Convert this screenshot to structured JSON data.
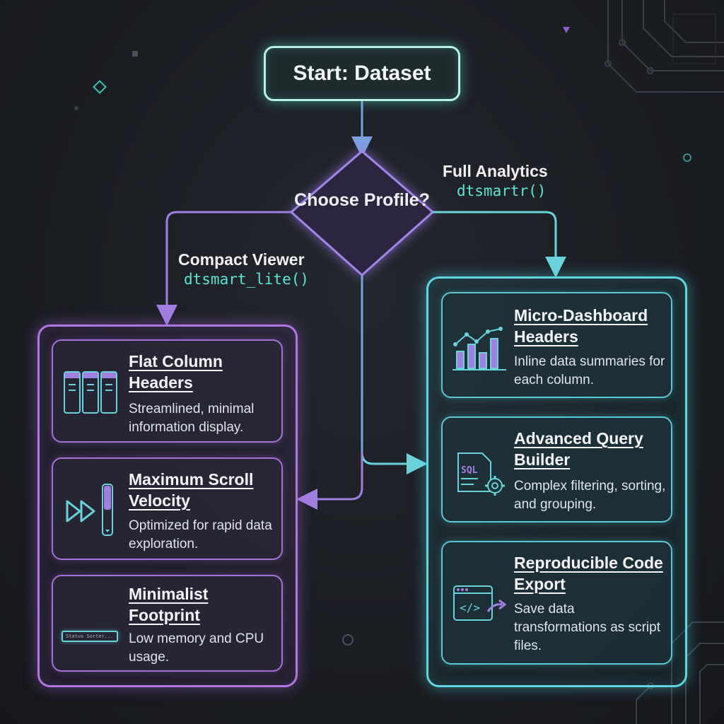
{
  "start": {
    "label": "Start: Dataset"
  },
  "decision": {
    "label": "Choose Profile?"
  },
  "branches": {
    "left": {
      "label": "Compact Viewer",
      "function": "dtsmart_lite()"
    },
    "right": {
      "label": "Full Analytics",
      "function": "dtsmartr()"
    }
  },
  "left_panel": {
    "cards": [
      {
        "title": "Flat Column Headers",
        "description": "Streamlined, minimal information display.",
        "icon": "columns-icon"
      },
      {
        "title": "Maximum Scroll Velocity",
        "description": "Optimized for rapid data exploration.",
        "icon": "fast-forward-scroll-icon"
      },
      {
        "title": "Minimalist Footprint",
        "description": "Low memory and CPU usage.",
        "icon": "status-bar-icon",
        "icon_text": "Status Sorter..."
      }
    ]
  },
  "right_panel": {
    "cards": [
      {
        "title": "Micro-Dashboard Headers",
        "description": "Inline data summaries for each column.",
        "icon": "bar-chart-icon"
      },
      {
        "title": "Advanced Query Builder",
        "description": "Complex filtering, sorting, and grouping.",
        "icon": "sql-gear-icon",
        "icon_text": "SQL"
      },
      {
        "title": "Reproducible Code Export",
        "description": "Save data transformations as script files.",
        "icon": "code-export-icon",
        "icon_text": "</>"
      }
    ]
  },
  "colors": {
    "accent_teal": "#5ce6d2",
    "accent_purple": "#b077e0",
    "accent_cyan": "#5fd6e0",
    "background": "#1a1d22"
  }
}
